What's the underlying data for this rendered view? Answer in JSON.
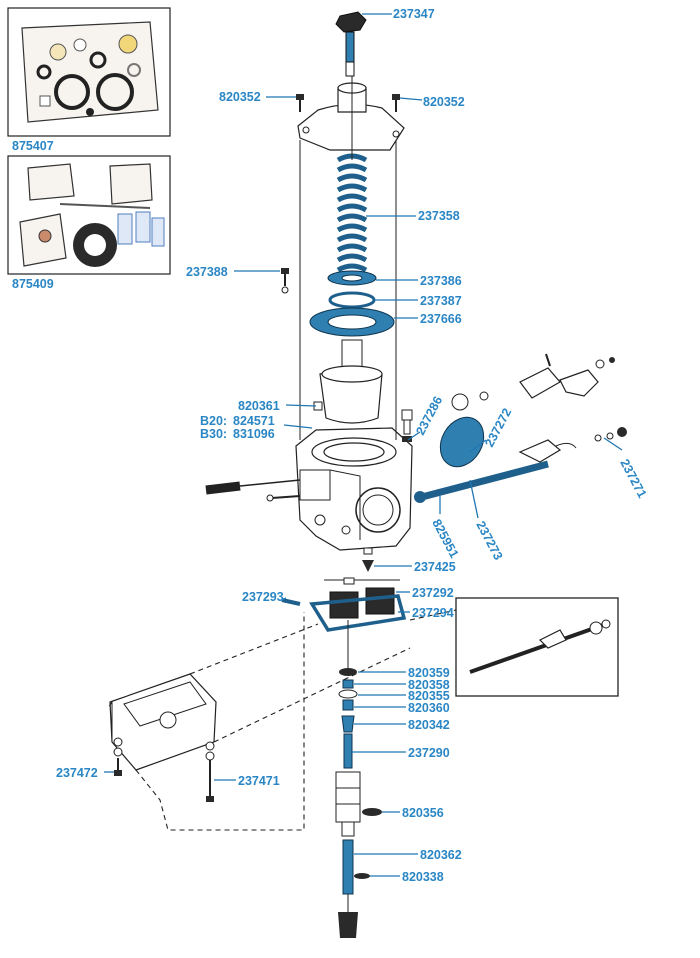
{
  "kits": [
    {
      "number": "875407"
    },
    {
      "number": "875409"
    }
  ],
  "part_labels": {
    "p237347": "237347",
    "p820352_left": "820352",
    "p820352_right": "820352",
    "p237358": "237358",
    "p237388": "237388",
    "p237386": "237386",
    "p237387": "237387",
    "p237666": "237666",
    "p820361": "820361",
    "b20_prefix": "B20:",
    "b20_number": "824571",
    "b30_prefix": "B30:",
    "b30_number": "831096",
    "p237286": "237286",
    "p237272": "237272",
    "p237271": "237271",
    "p825951": "825951",
    "p237273": "237273",
    "p237425": "237425",
    "p237293": "237293",
    "p237292": "237292",
    "p237294": "237294",
    "p820359": "820359",
    "p820358": "820358",
    "p820355": "820355",
    "p820360": "820360",
    "p820342": "820342",
    "p237290": "237290",
    "p237472": "237472",
    "p237471": "237471",
    "p820356": "820356",
    "p820362": "820362",
    "p820338": "820338"
  },
  "colors": {
    "label": "#2a86c4",
    "leader": "#1f77b4",
    "part_blue": "#2f7fb0",
    "ink": "#222222"
  }
}
